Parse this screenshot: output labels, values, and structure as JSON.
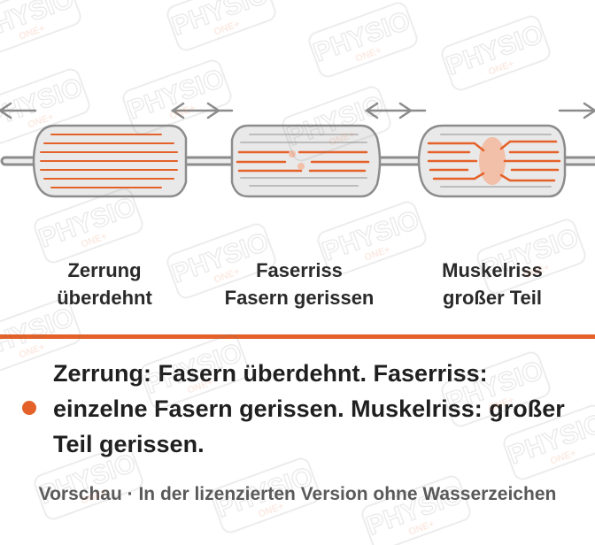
{
  "stages": [
    {
      "title": "Zerrung",
      "subtitle": "überdehnt"
    },
    {
      "title": "Faserriss",
      "subtitle": "Fasern gerissen"
    },
    {
      "title": "Muskelriss",
      "subtitle": "großer Teil"
    }
  ],
  "caption": "Zerrung: Fasern überdehnt. Faserriss: einzelne Fasern gerissen. Muskelriss: großer Teil gerissen.",
  "footer": "Vorschau · In der lizenzierten Version ohne Wasserzeichen",
  "watermark": {
    "brand": "PHYSIO",
    "sub": "ONE+"
  },
  "colors": {
    "accent": "#e4622a",
    "muscle_fill": "#e9e9e9",
    "muscle_stroke": "#8c8c8c",
    "tear_spot": "#f2bfa8",
    "text": "#1f1f1f"
  }
}
